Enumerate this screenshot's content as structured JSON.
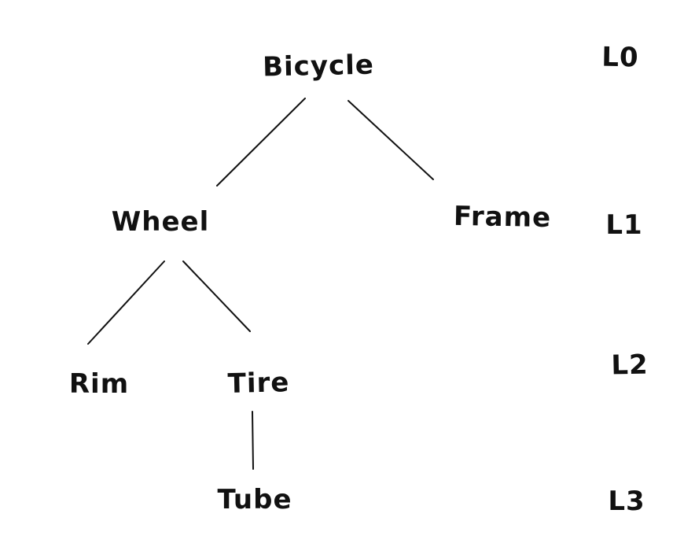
{
  "diagram": {
    "type": "tree",
    "background_color": "#ffffff",
    "ink_color": "#111111",
    "nodes": [
      {
        "id": "bicycle",
        "label": "Bicycle",
        "level": 0
      },
      {
        "id": "wheel",
        "label": "Wheel",
        "level": 1
      },
      {
        "id": "frame",
        "label": "Frame",
        "level": 1
      },
      {
        "id": "rim",
        "label": "Rim",
        "level": 2
      },
      {
        "id": "tire",
        "label": "Tire",
        "level": 2
      },
      {
        "id": "tube",
        "label": "Tube",
        "level": 3
      }
    ],
    "edges": [
      {
        "from": "Bicycle",
        "to": "Wheel"
      },
      {
        "from": "Bicycle",
        "to": "Frame"
      },
      {
        "from": "Wheel",
        "to": "Rim"
      },
      {
        "from": "Wheel",
        "to": "Tire"
      },
      {
        "from": "Tire",
        "to": "Tube"
      }
    ],
    "level_labels": [
      {
        "id": "l0",
        "label": "L0"
      },
      {
        "id": "l1",
        "label": "L1"
      },
      {
        "id": "l2",
        "label": "L2"
      },
      {
        "id": "l3",
        "label": "L3"
      }
    ]
  }
}
